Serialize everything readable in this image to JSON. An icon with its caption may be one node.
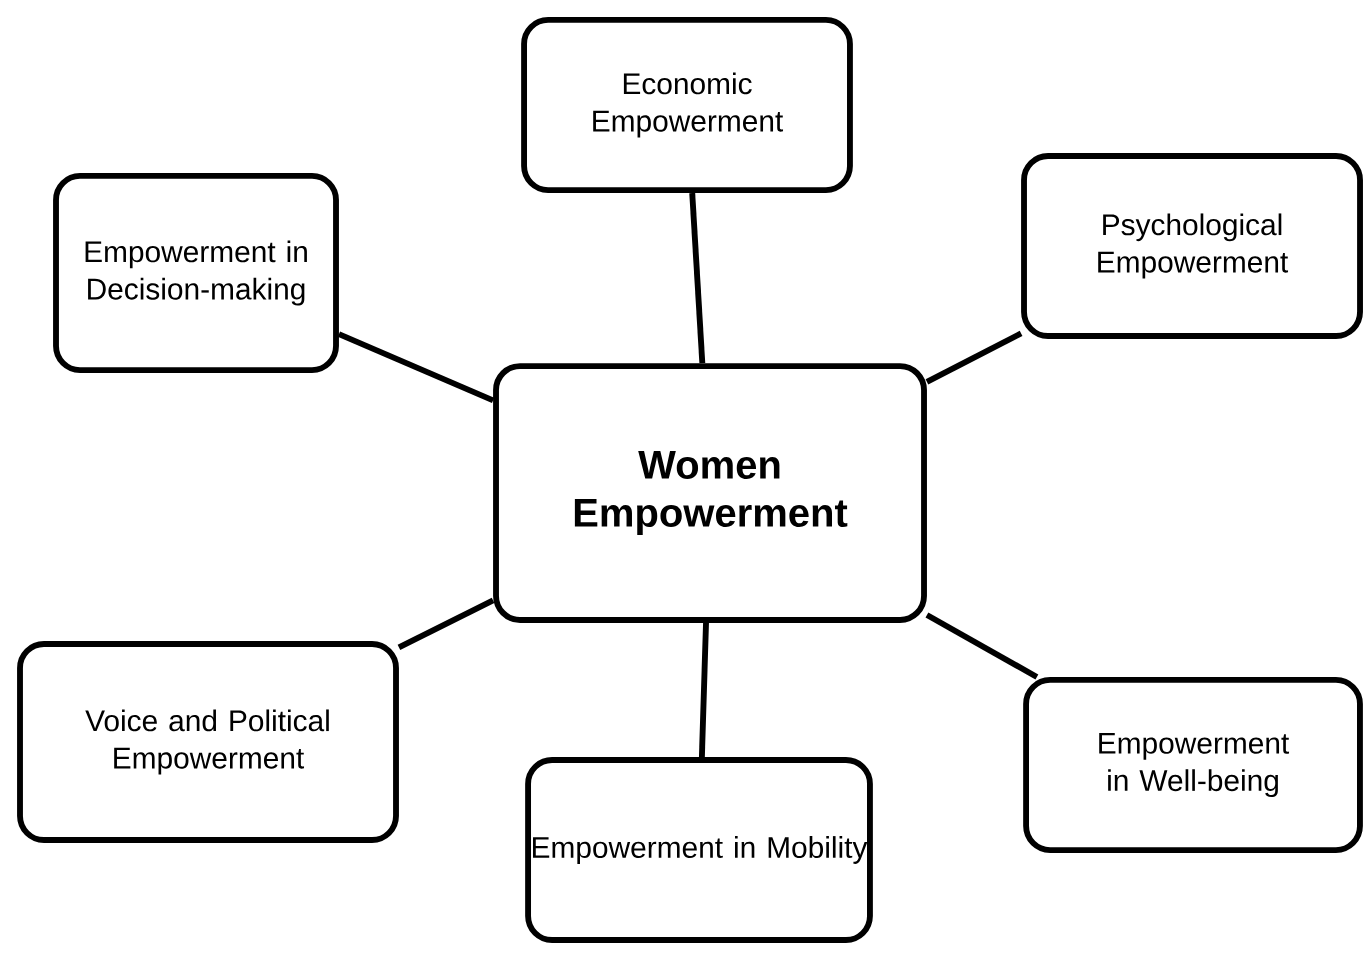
{
  "diagram": {
    "nodes": [
      {
        "text": [
          "Economic Empowerment"
        ]
      },
      {
        "text": [
          "Psychological Empowerment"
        ]
      },
      {
        "text": [
          "Empowerment in Decision-making"
        ]
      },
      {
        "text": [
          "Women Empowerment"
        ]
      },
      {
        "text": [
          "Voice and Political Empowerment"
        ]
      },
      {
        "text": [
          "Empowerment in Well-being"
        ]
      },
      {
        "text": [
          "Empowerment in Mobility"
        ]
      }
    ],
    "edges": [
      {
        "from": 3,
        "to": 0,
        "arrow": "none"
      },
      {
        "from": 3,
        "to": 1,
        "arrow": "none"
      },
      {
        "from": 3,
        "to": 2,
        "arrow": "none"
      },
      {
        "from": 3,
        "to": 4,
        "arrow": "none"
      },
      {
        "from": 3,
        "to": 5,
        "arrow": "none"
      },
      {
        "from": 3,
        "to": 6,
        "arrow": "none"
      }
    ]
  }
}
